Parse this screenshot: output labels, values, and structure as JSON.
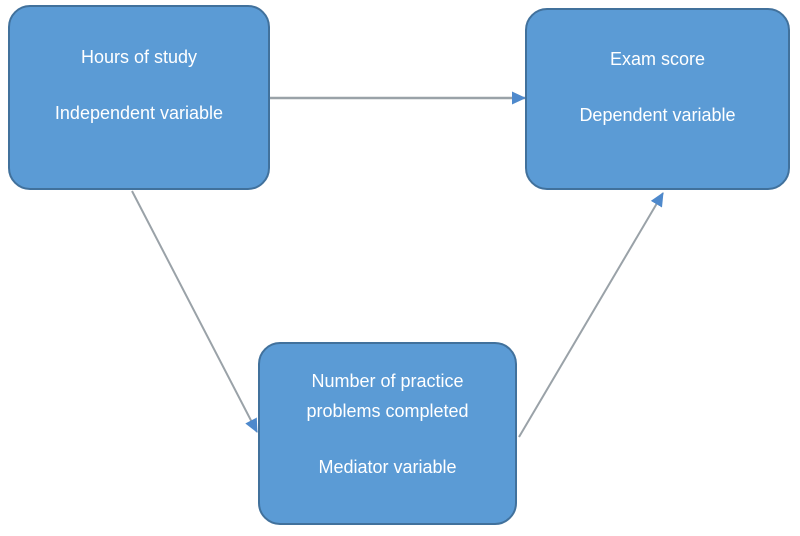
{
  "diagram": {
    "type": "mediation-model",
    "nodes": [
      {
        "id": "independent-variable",
        "title": "Hours of study",
        "subtitle": "Independent variable"
      },
      {
        "id": "dependent-variable",
        "title": "Exam score",
        "subtitle": "Dependent variable"
      },
      {
        "id": "mediator-variable",
        "title": "Number of practice problems completed",
        "subtitle": "Mediator variable"
      }
    ],
    "edges": [
      {
        "from": "independent-variable",
        "to": "dependent-variable"
      },
      {
        "from": "independent-variable",
        "to": "mediator-variable"
      },
      {
        "from": "mediator-variable",
        "to": "dependent-variable"
      }
    ],
    "colors": {
      "node_fill": "#5b9bd5",
      "node_border": "#41719c",
      "node_text": "#ffffff",
      "connector_line": "#9aa2a8",
      "arrowhead": "#4e89cc",
      "background": "#ffffff"
    }
  }
}
